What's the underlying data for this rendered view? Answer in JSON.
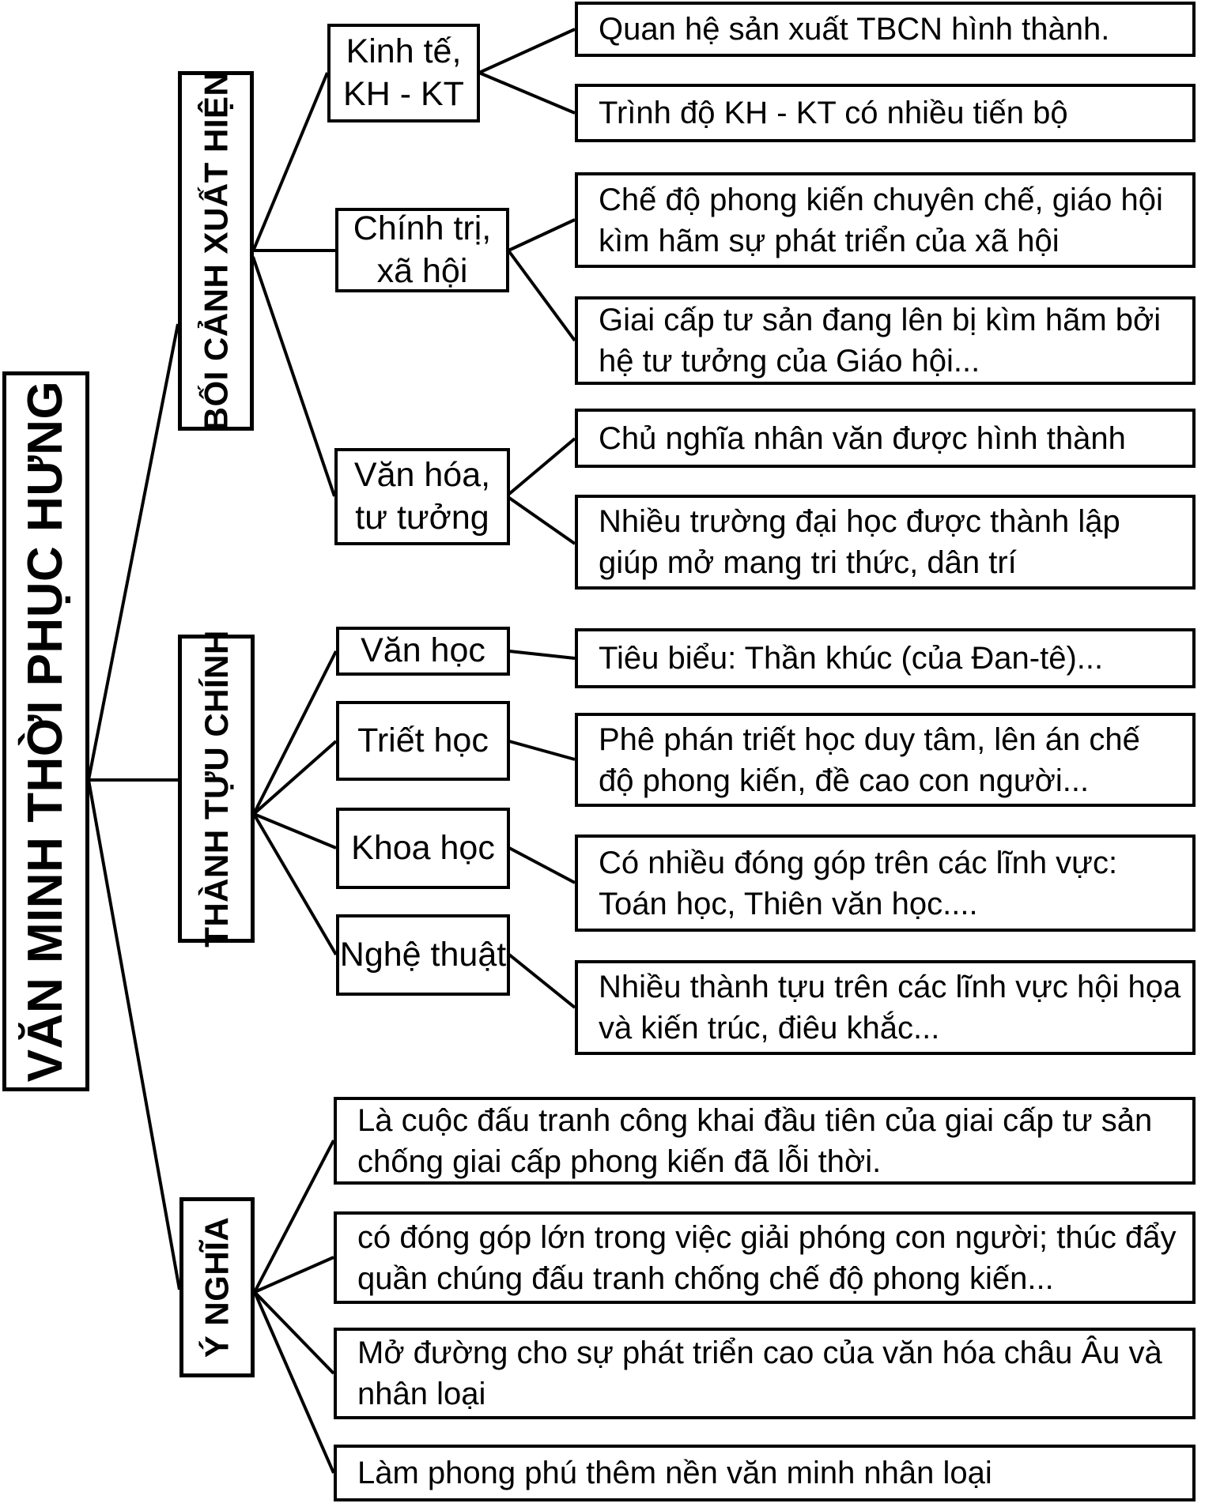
{
  "diagram": {
    "root": "VĂN MINH THỜI PHỤC HƯNG",
    "branches": [
      {
        "label": "BỐI CẢNH XUẤT HIỆN",
        "topics": [
          {
            "label": "Kinh tế, KH - KT",
            "points": [
              "Quan hệ sản xuất TBCN hình thành.",
              "Trình độ KH - KT có nhiều tiến bộ"
            ]
          },
          {
            "label": "Chính trị, xã hội",
            "points": [
              "Chế độ phong kiến chuyên chế, giáo hội kìm hãm sự phát triển của xã hội",
              "Giai cấp tư sản đang lên bị kìm hãm bởi hệ tư tưởng của Giáo hội..."
            ]
          },
          {
            "label": "Văn hóa, tư tưởng",
            "points": [
              "Chủ nghĩa nhân văn được hình thành",
              "Nhiều trường đại học được thành lập giúp mở mang tri thức, dân trí"
            ]
          }
        ]
      },
      {
        "label": "THÀNH TỰU CHÍNH",
        "topics": [
          {
            "label": "Văn học",
            "points": [
              "Tiêu biểu: Thần khúc (của Đan-tê)..."
            ]
          },
          {
            "label": "Triết học",
            "points": [
              "Phê phán triết học duy tâm, lên án chế độ phong kiến, đề cao con người..."
            ]
          },
          {
            "label": "Khoa học",
            "points": [
              "Có nhiều đóng góp trên các lĩnh vực: Toán học, Thiên văn học...."
            ]
          },
          {
            "label": "Nghệ thuật",
            "points": [
              "Nhiều thành tựu trên các lĩnh vực hội họa và kiến trúc, điêu khắc..."
            ]
          }
        ]
      },
      {
        "label": "Ý NGHĨA",
        "points": [
          "Là cuộc đấu tranh công khai đầu tiên của giai cấp tư sản chống giai cấp phong kiến đã lỗi thời.",
          "có đóng góp lớn trong việc giải phóng con người; thúc đẩy quần chúng đấu tranh chống chế độ phong kiến...",
          "Mở đường cho sự phát triển cao của văn hóa châu Âu và nhân loại",
          "Làm phong phú thêm nền văn minh nhân loại"
        ]
      }
    ],
    "colors": {
      "ink": "#000000",
      "background": "#ffffff"
    }
  }
}
